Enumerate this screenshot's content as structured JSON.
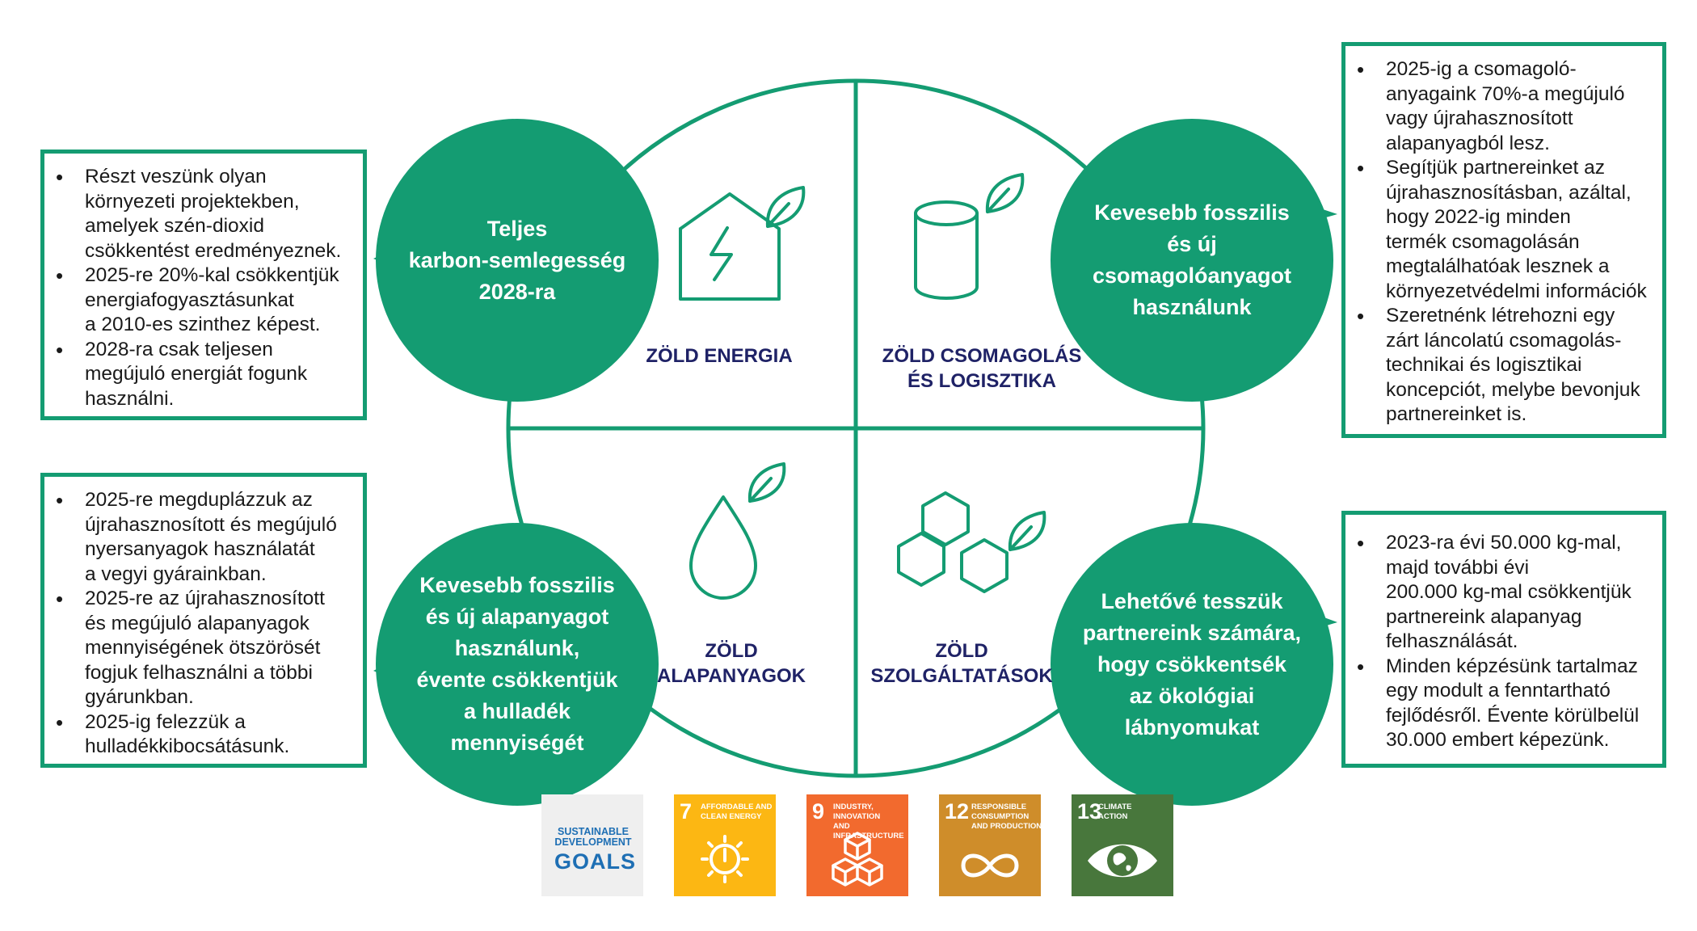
{
  "colors": {
    "green": "#149c72",
    "navy": "#1f2266",
    "sdg7": "#fcb713",
    "sdg9": "#f26a2e",
    "sdg12": "#cf8d2a",
    "sdg13": "#48773c"
  },
  "goals": {
    "top_left": [
      "Teljes",
      "karbon-semlegesség",
      "2028-ra"
    ],
    "top_right": [
      "Kevesebb fosszilis",
      "és új",
      "csomagolóanyagot",
      "használunk"
    ],
    "bottom_left": [
      "Kevesebb fosszilis",
      "és új alapanyagot",
      "használunk,",
      "évente csökkentjük",
      "a hulladék",
      "mennyiségét"
    ],
    "bottom_right": [
      "Lehetővé tesszük",
      "partnereink számára,",
      "hogy csökkentsék",
      "az ökológiai",
      "lábnyomukat"
    ]
  },
  "categories": {
    "energy": [
      "ZÖLD ENERGIA"
    ],
    "packaging": [
      "ZÖLD CSOMAGOLÁS",
      "ÉS LOGISZTIKA"
    ],
    "materials": [
      "ZÖLD",
      "ALAPANYAGOK"
    ],
    "services": [
      "ZÖLD",
      "SZOLGÁLTATÁSOK"
    ]
  },
  "boxes": {
    "top_left": [
      [
        "Részt veszünk olyan",
        "környezeti projektekben,",
        "amelyek szén-dioxid",
        "csökkentést eredményeznek."
      ],
      [
        "2025-re 20%-kal csökkentjük",
        "energiafogyasztásunkat",
        "a 2010-es szinthez képest."
      ],
      [
        "2028-ra csak teljesen",
        "megújuló energiát fogunk",
        "használni."
      ]
    ],
    "bottom_left": [
      [
        "2025-re megduplázzuk az",
        "újrahasznosított és megújuló",
        "nyersanyagok használatát",
        "a vegyi gyárainkban."
      ],
      [
        "2025-re az újrahasznosított",
        "és megújuló alapanyagok",
        "mennyiségének ötszörösét",
        "fogjuk felhasználni a többi",
        "gyárunkban."
      ],
      [
        "2025-ig felezzük a",
        "hulladékkibocsátásunk."
      ]
    ],
    "top_right": [
      [
        "2025-ig a csomagoló-",
        "anyagaink 70%-a megújuló",
        "vagy újrahasznosított",
        "alapanyagból lesz."
      ],
      [
        "Segítjük partnereinket az",
        "újrahasznosításban, azáltal,",
        "hogy 2022-ig minden",
        "termék csomagolásán",
        "megtalálhatóak lesznek a",
        "környezetvédelmi információk"
      ],
      [
        "Szeretnénk létrehozni egy",
        "zárt láncolatú csomagolás-",
        "technikai és logisztikai",
        "koncepciót, melybe bevonjuk",
        "partnereinket is."
      ]
    ],
    "bottom_right": [
      [
        "2023-ra évi 50.000 kg-mal,",
        "majd további évi",
        "200.000 kg-mal csökkentjük",
        "partnereink alapanyag",
        "felhasználását."
      ],
      [
        "Minden képzésünk tartalmaz",
        "egy modult a fenntartható",
        "fejlődésről. Évente körülbelül",
        "30.000 embert képezünk."
      ]
    ]
  },
  "sdg": {
    "main": {
      "line1": "SUSTAINABLE",
      "line2": "DEVELOPMENT",
      "line3": "GOALS"
    },
    "tiles": [
      {
        "num": "7",
        "label1": "AFFORDABLE AND",
        "label2": "CLEAN ENERGY",
        "label3": "",
        "icon": "sun-power-icon"
      },
      {
        "num": "9",
        "label1": "INDUSTRY, INNOVATION",
        "label2": "AND INFRASTRUCTURE",
        "label3": "",
        "icon": "cubes-icon"
      },
      {
        "num": "12",
        "label1": "RESPONSIBLE",
        "label2": "CONSUMPTION",
        "label3": "AND PRODUCTION",
        "icon": "infinity-icon"
      },
      {
        "num": "13",
        "label1": "CLIMATE",
        "label2": "ACTION",
        "label3": "",
        "icon": "eye-globe-icon"
      }
    ]
  }
}
